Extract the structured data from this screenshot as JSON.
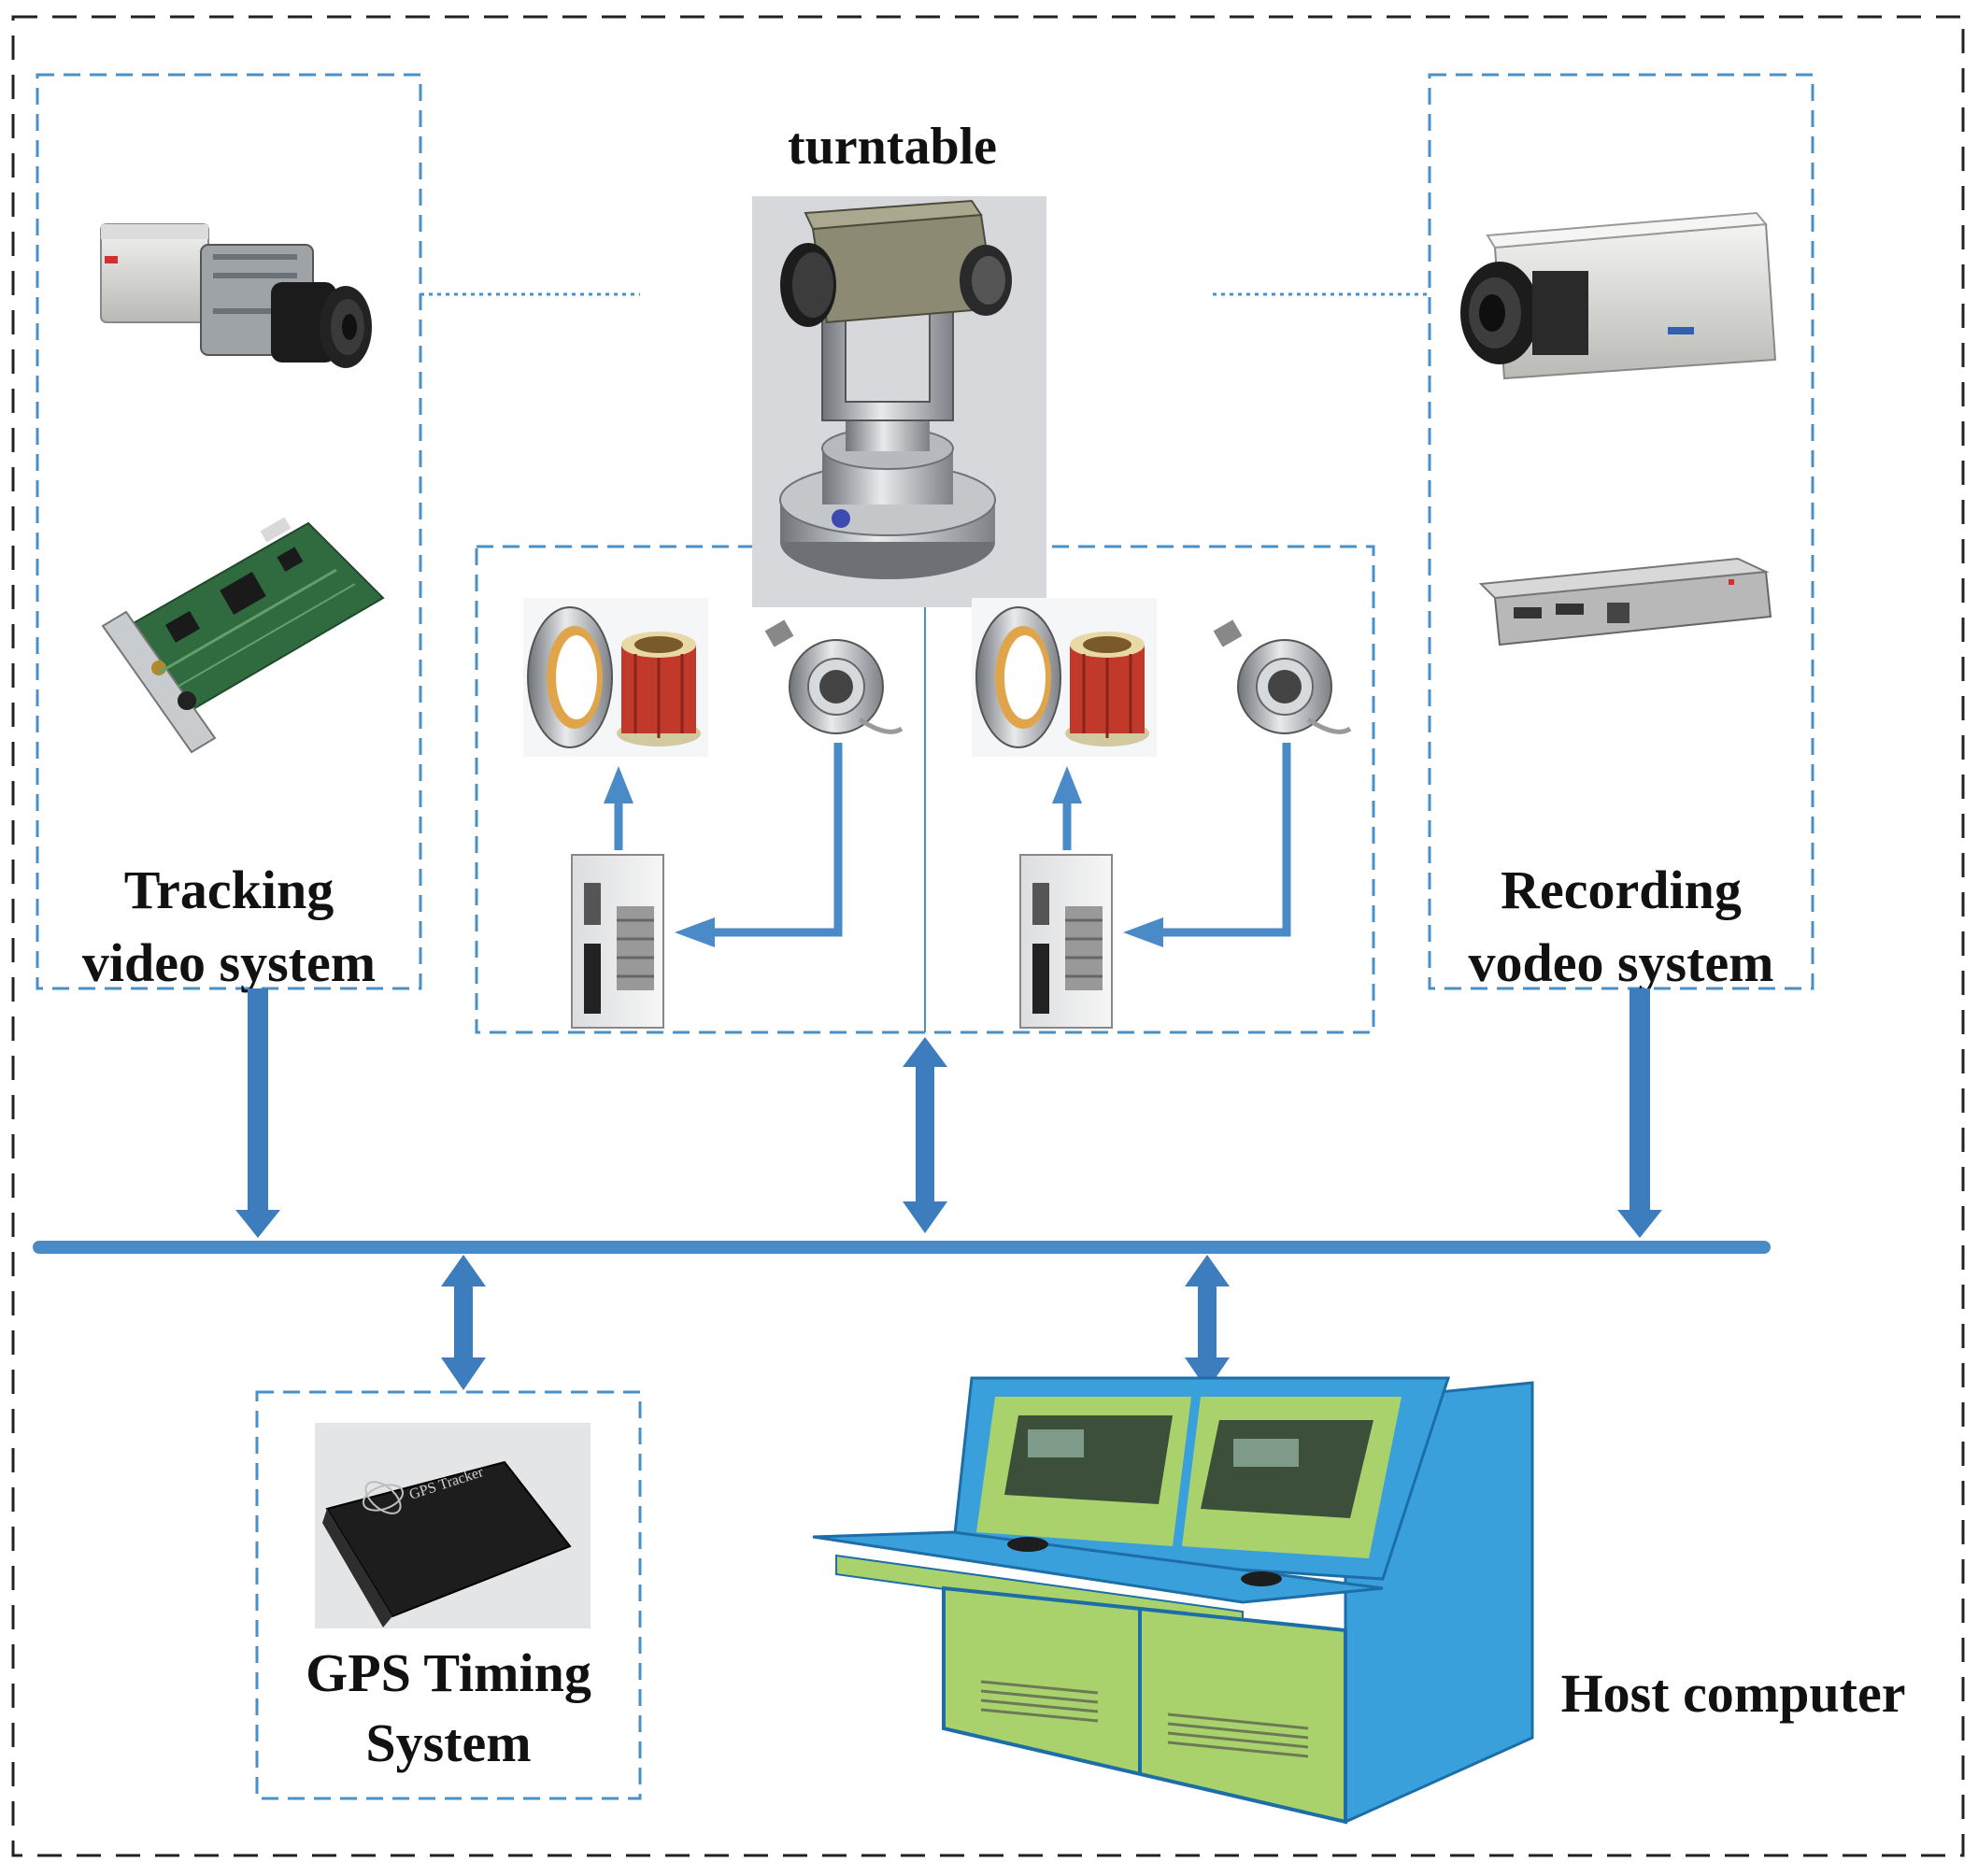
{
  "colors": {
    "accent_blue": "#4a8ac6",
    "dashed_blue": "#4a90c8",
    "outer_border": "#222222",
    "console_green": "#9cc85a",
    "console_blue": "#3aa0dc"
  },
  "labels": {
    "turntable": "turntable",
    "tracking_line1": "Tracking",
    "tracking_line2": "video system",
    "recording_line1": "Recording",
    "recording_line2": "vodeo system",
    "gps_line1": "GPS Timing",
    "gps_line2": "System",
    "host": "Host computer",
    "gps_device_text": "GPS Tracker"
  },
  "icons": {
    "tracking_camera": "box-camera-icon",
    "capture_card": "pci-capture-card-icon",
    "turntable_image": "pan-tilt-turntable-icon",
    "motor": "torque-motor-icon",
    "encoder": "rotary-encoder-icon",
    "driver": "servo-driver-icon",
    "recording_camera": "box-camera-icon",
    "recorder": "video-recorder-icon",
    "gps_device": "gps-tracker-icon",
    "host_console": "control-console-icon"
  }
}
